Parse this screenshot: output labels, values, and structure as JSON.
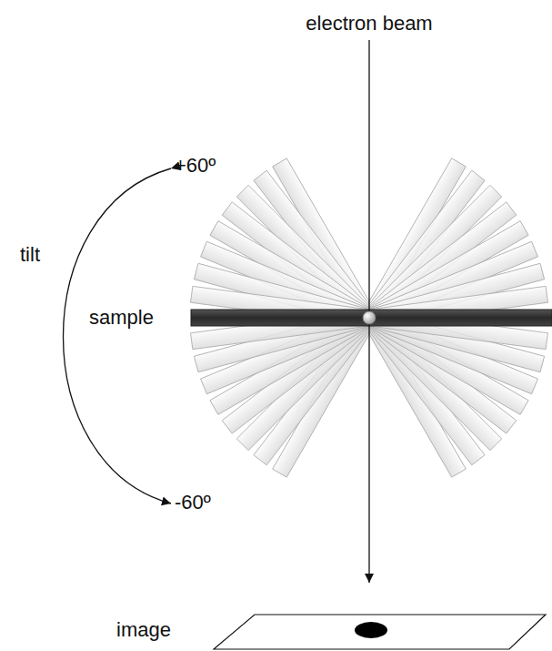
{
  "diagram": {
    "labels": [
      "electron beam",
      "+60º",
      "tilt",
      "sample",
      "-60º",
      "image"
    ]
  }
}
